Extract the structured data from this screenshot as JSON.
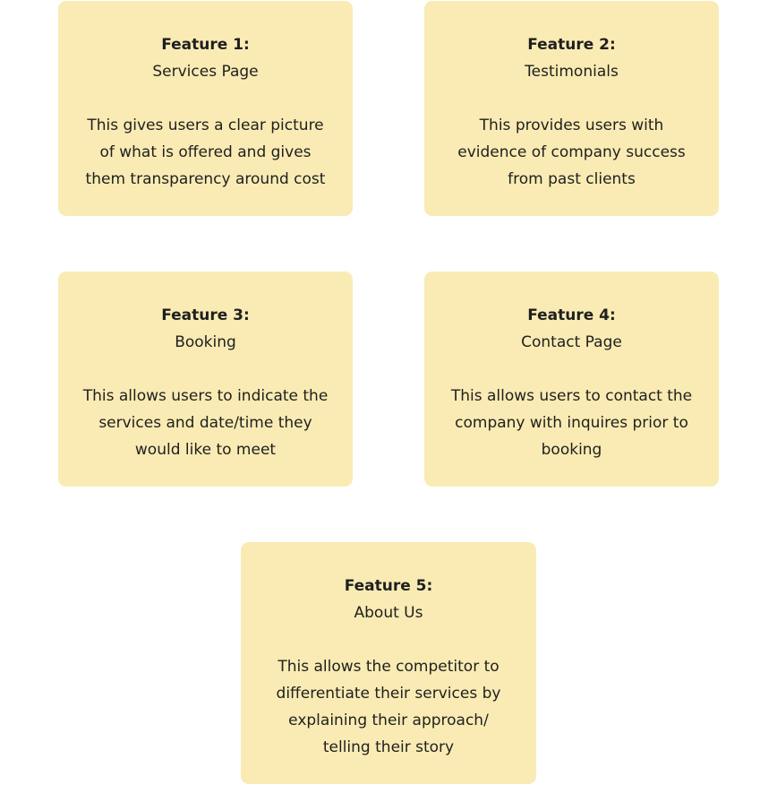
{
  "features": [
    {
      "title": "Feature 1:",
      "name": "Services Page",
      "description": "This gives users a clear picture\nof what is offered and gives\nthem transparency around cost"
    },
    {
      "title": "Feature 2:",
      "name": "Testimonials",
      "description": "This provides users with\nevidence of company success\nfrom past clients"
    },
    {
      "title": "Feature 3:",
      "name": "Booking",
      "description": "This allows users to indicate the\nservices and date/time they\nwould like to meet"
    },
    {
      "title": "Feature 4:",
      "name": "Contact Page",
      "description": "This allows users to contact the\ncompany with inquires prior to\nbooking"
    },
    {
      "title": "Feature 5:",
      "name": "About Us",
      "description": "This allows the competitor to\ndifferentiate their services by\nexplaining their approach/\ntelling their story"
    }
  ],
  "colors": {
    "card_background": "#f9ebb3",
    "text": "#1f1f1f",
    "page_background": "#ffffff"
  }
}
